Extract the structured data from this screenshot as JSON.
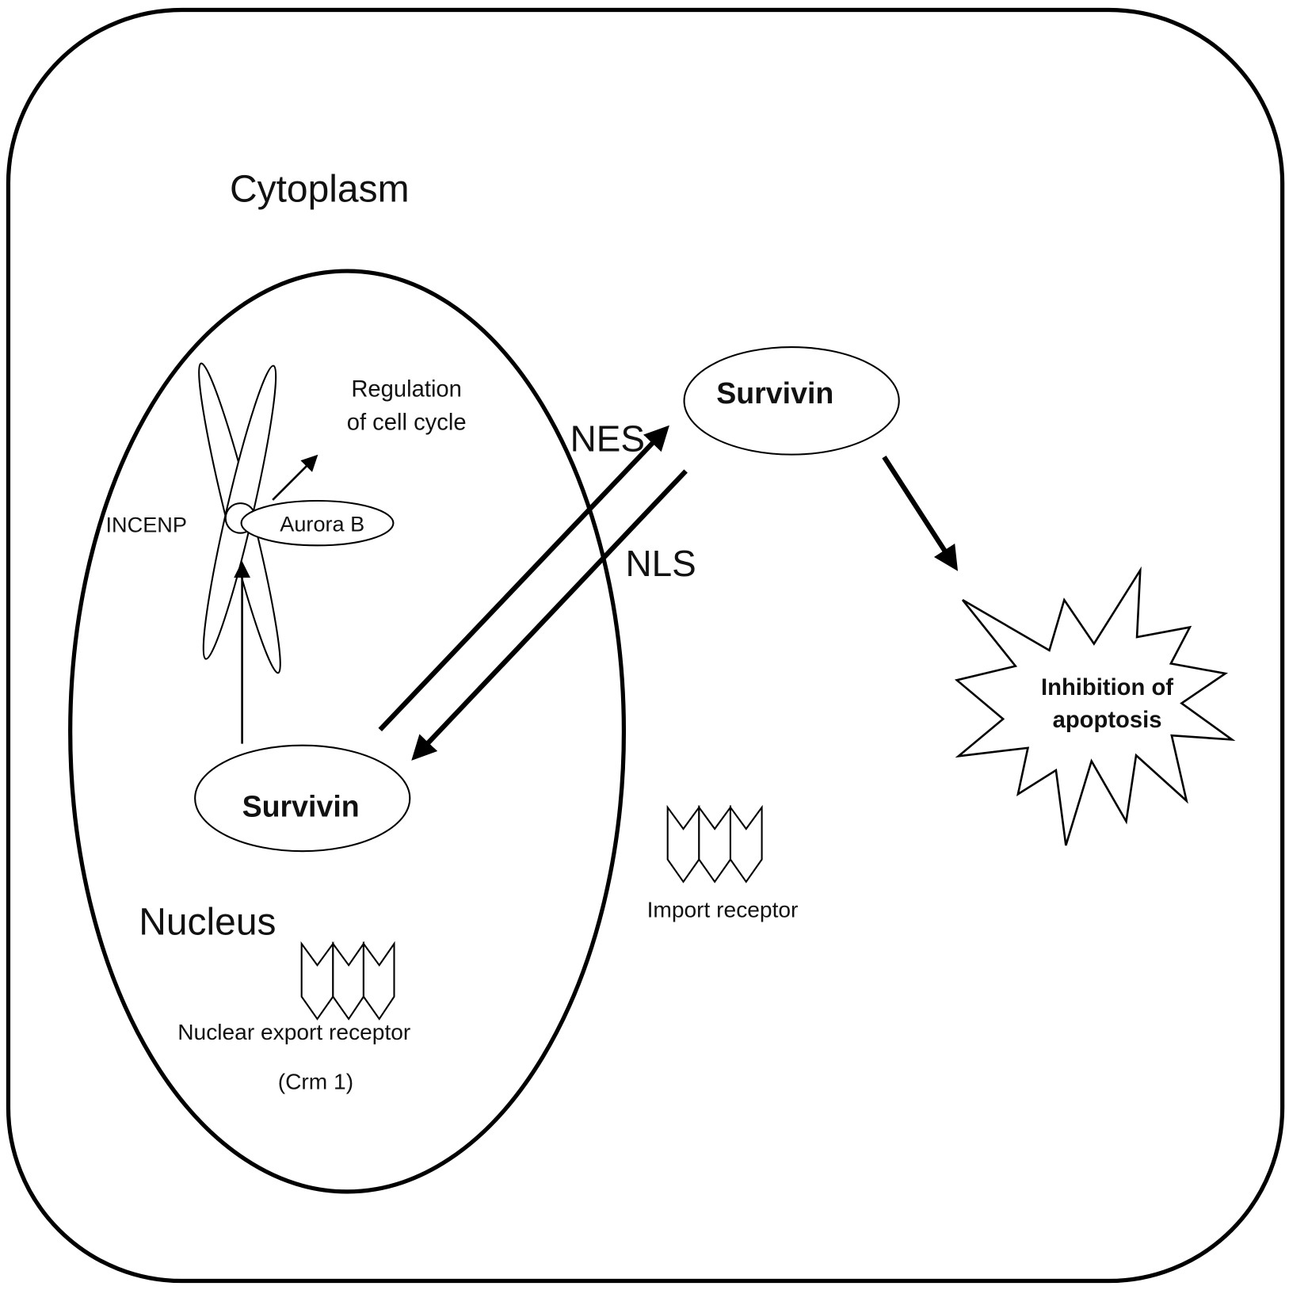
{
  "labels": {
    "cytoplasm": "Cytoplasm",
    "nucleus": "Nucleus",
    "regulation_line1": "Regulation",
    "regulation_line2": "of cell cycle",
    "incenp": "INCENP",
    "aurora_b": "Aurora B",
    "nes": "NES",
    "nls": "NLS",
    "survivin_cytoplasm": "Survivin",
    "survivin_nucleus": "Survivin",
    "inhibition_line1": "Inhibition of",
    "inhibition_line2": "apoptosis",
    "import_receptor": "Import receptor",
    "export_receptor": "Nuclear export receptor",
    "export_receptor_sub": "(Crm 1)"
  },
  "colors": {
    "stroke": "#000000",
    "background": "#ffffff"
  }
}
